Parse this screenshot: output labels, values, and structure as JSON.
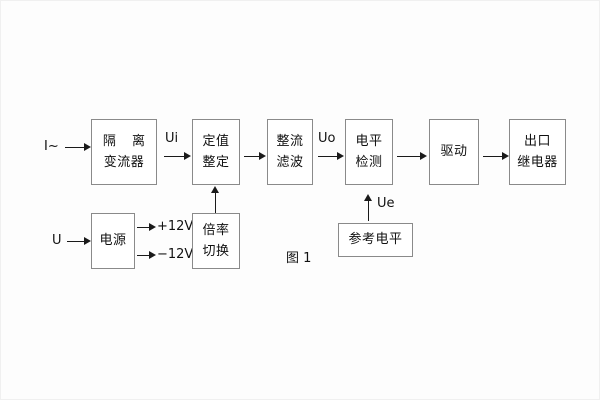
{
  "figure": {
    "caption": "图 1",
    "background_color": "#fdfdfd",
    "line_color": "#1a1a1a",
    "box_border_color": "#8a8a8a"
  },
  "blocks": {
    "isolation_ct": {
      "line1": "隔 离",
      "line2": "变流器"
    },
    "setting": {
      "line1": "定值",
      "line2": "整定"
    },
    "rectify_filter": {
      "line1": "整流",
      "line2": "滤波"
    },
    "level_detect": {
      "line1": "电平",
      "line2": "检测"
    },
    "driver": {
      "line1": "驱动",
      "line2": ""
    },
    "output_relay": {
      "line1": "出口",
      "line2": "继电器"
    },
    "power_supply": {
      "line1": "电源",
      "line2": ""
    },
    "range_switch": {
      "line1": "倍率",
      "line2": "切换"
    },
    "reference_level": {
      "line1": "参考电平",
      "line2": ""
    }
  },
  "signals": {
    "current_input": "I~",
    "voltage_input": "U",
    "ui": "Ui",
    "uo": "Uo",
    "ue": "Ue",
    "plus_12v": "+12V",
    "minus_12v": "−12V"
  }
}
